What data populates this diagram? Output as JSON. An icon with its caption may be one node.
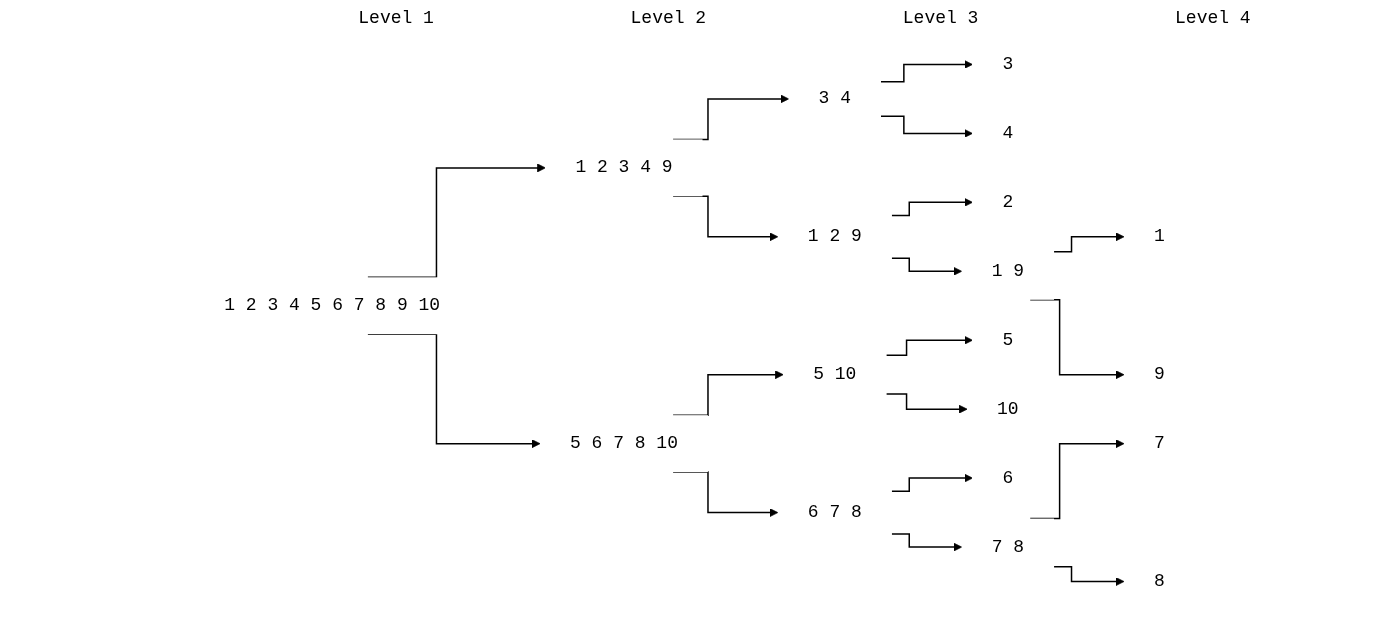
{
  "diagram": {
    "nodes": [
      {
        "text": [
          "1 2 3 4 5 6 7 8 9 10"
        ]
      },
      {
        "text": [
          "1 2 3 4 9"
        ]
      },
      {
        "text": [
          "5 6 7 8 10"
        ]
      },
      {
        "text": [
          "3 4"
        ]
      },
      {
        "text": [
          "1 2 9"
        ]
      },
      {
        "text": [
          "5 10"
        ]
      },
      {
        "text": [
          "6 7 8"
        ]
      },
      {
        "text": [
          "3"
        ]
      },
      {
        "text": [
          "4"
        ]
      },
      {
        "text": [
          "2"
        ]
      },
      {
        "text": [
          "1 9"
        ]
      },
      {
        "text": [
          "5"
        ]
      },
      {
        "text": [
          "10"
        ]
      },
      {
        "text": [
          "6"
        ]
      },
      {
        "text": [
          "7 8"
        ]
      },
      {
        "text": [
          "1"
        ]
      },
      {
        "text": [
          "9"
        ]
      },
      {
        "text": [
          "7"
        ]
      },
      {
        "text": [
          "8"
        ]
      }
    ],
    "edges": [
      {
        "from": 0,
        "to": 1,
        "arrow": "to"
      },
      {
        "from": 0,
        "to": 2,
        "arrow": "to"
      },
      {
        "from": 1,
        "to": 3,
        "arrow": "to"
      },
      {
        "from": 1,
        "to": 4,
        "arrow": "to"
      },
      {
        "from": 2,
        "to": 5,
        "arrow": "to"
      },
      {
        "from": 2,
        "to": 6,
        "arrow": "to"
      },
      {
        "from": 3,
        "to": 7,
        "arrow": "to"
      },
      {
        "from": 3,
        "to": 8,
        "arrow": "to"
      },
      {
        "from": 4,
        "to": 9,
        "arrow": "to"
      },
      {
        "from": 4,
        "to": 10,
        "arrow": "to"
      },
      {
        "from": 5,
        "to": 11,
        "arrow": "to"
      },
      {
        "from": 5,
        "to": 12,
        "arrow": "to"
      },
      {
        "from": 6,
        "to": 13,
        "arrow": "to"
      },
      {
        "from": 6,
        "to": 14,
        "arrow": "to"
      },
      {
        "from": 10,
        "to": 15,
        "arrow": "to"
      },
      {
        "from": 10,
        "to": 16,
        "arrow": "to"
      },
      {
        "from": 14,
        "to": 17,
        "arrow": "to"
      },
      {
        "from": 14,
        "to": 18,
        "arrow": "to"
      }
    ],
    "labels": [
      "Level 1",
      "Level 2",
      "Level 3",
      "Level 4"
    ]
  }
}
